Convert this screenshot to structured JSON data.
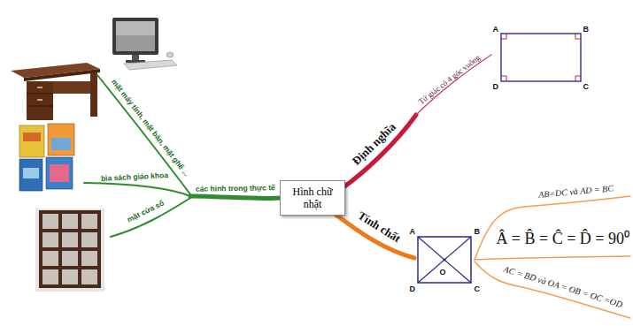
{
  "diagram": {
    "nodes": [
      {
        "text": [
          "Hình chữ nhật"
        ]
      }
    ],
    "labels": [
      "Định nghĩa",
      "Tứ giác có 4 góc vuông",
      "A",
      "B",
      "D",
      "C",
      "Tính chất",
      "A",
      "B",
      "O",
      "D",
      "C",
      "AB=DC và AD = BC",
      "Â = B̂ = Ĉ = D̂ = 90⁰",
      "AC = BD và OA = OB = OC =OD",
      "các hình trong thực tế",
      "mặt máy tính, mặt bàn, mặt ghế ...",
      "bìa sách giáo khoa",
      "mặt cửa sổ"
    ]
  }
}
